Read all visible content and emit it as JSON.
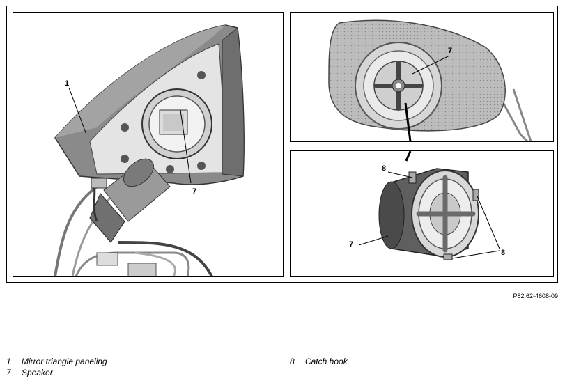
{
  "figure_ref": "P82.62-4608-09",
  "callouts": {
    "left_1": "1",
    "left_7": "7",
    "top_right_7": "7",
    "bottom_right_8_top": "8",
    "bottom_right_7": "7",
    "bottom_right_8_side": "8"
  },
  "legend": [
    {
      "number": "1",
      "label": "Mirror triangle paneling"
    },
    {
      "number": "7",
      "label": "Speaker"
    },
    {
      "number": "8",
      "label": "Catch hook"
    }
  ]
}
